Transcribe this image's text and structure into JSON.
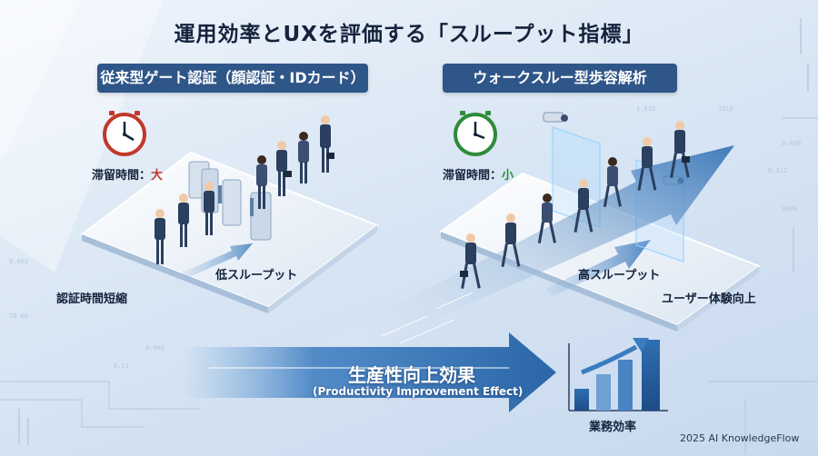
{
  "title": "運用効率とUXを評価する「スループット指標」",
  "left_panel": {
    "heading": "従来型ゲート認証（顔認証・IDカード）",
    "dwell_label": "滞留時間：",
    "dwell_value": "大",
    "throughput_label": "低スループット",
    "side_label": "認証時間短縮"
  },
  "right_panel": {
    "heading": "ウォークスルー型歩容解析",
    "dwell_label": "滞留時間：",
    "dwell_value": "小",
    "throughput_label": "高スループット",
    "side_label": "ユーザー体験向上"
  },
  "bottom": {
    "main_label": "生産性向上効果",
    "sub_label": "(Productivity Improvement Effect)",
    "chart_label": "業務効率"
  },
  "footer": "2025 AI KnowledgeFlow",
  "colors": {
    "heading_bg": "#2f5688",
    "clock_red": "#c0392b",
    "clock_green": "#2e8b3b",
    "arrow_blue": "#2f6fb3"
  }
}
